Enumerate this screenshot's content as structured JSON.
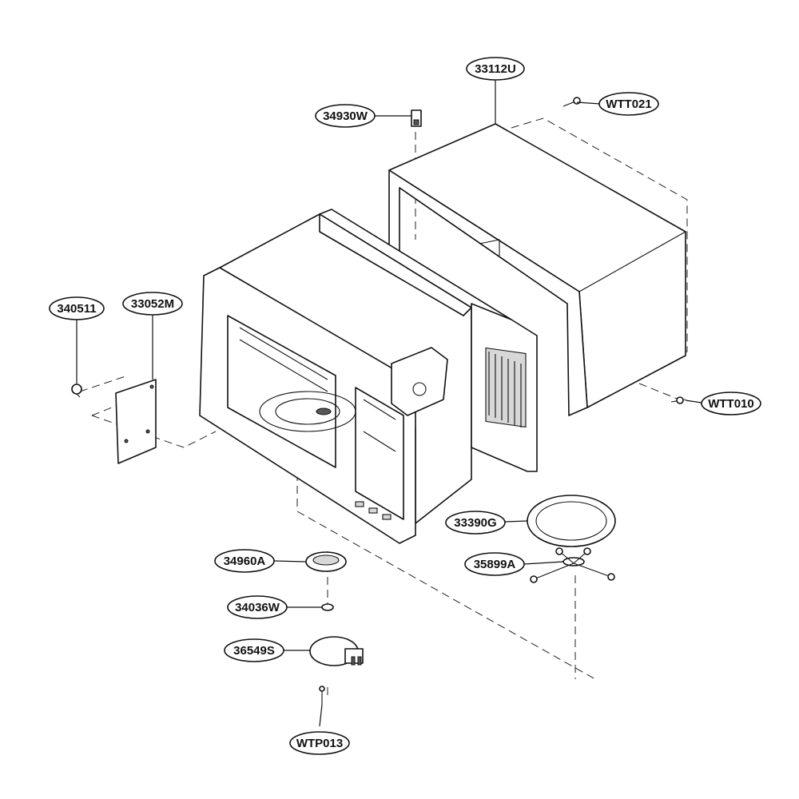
{
  "parts": [
    {
      "id": "outer-case",
      "code": "33112U"
    },
    {
      "id": "screw-top",
      "code": "WTT021"
    },
    {
      "id": "clip",
      "code": "34930W"
    },
    {
      "id": "screw-side",
      "code": "WTT010"
    },
    {
      "id": "fastener",
      "code": "340511"
    },
    {
      "id": "cover-plate",
      "code": "33052M"
    },
    {
      "id": "glass-tray",
      "code": "33390G"
    },
    {
      "id": "roller-guide",
      "code": "35899A"
    },
    {
      "id": "coupler",
      "code": "34960A"
    },
    {
      "id": "washer",
      "code": "34036W"
    },
    {
      "id": "motor",
      "code": "36549S"
    },
    {
      "id": "screw-bottom",
      "code": "WTP013"
    }
  ]
}
